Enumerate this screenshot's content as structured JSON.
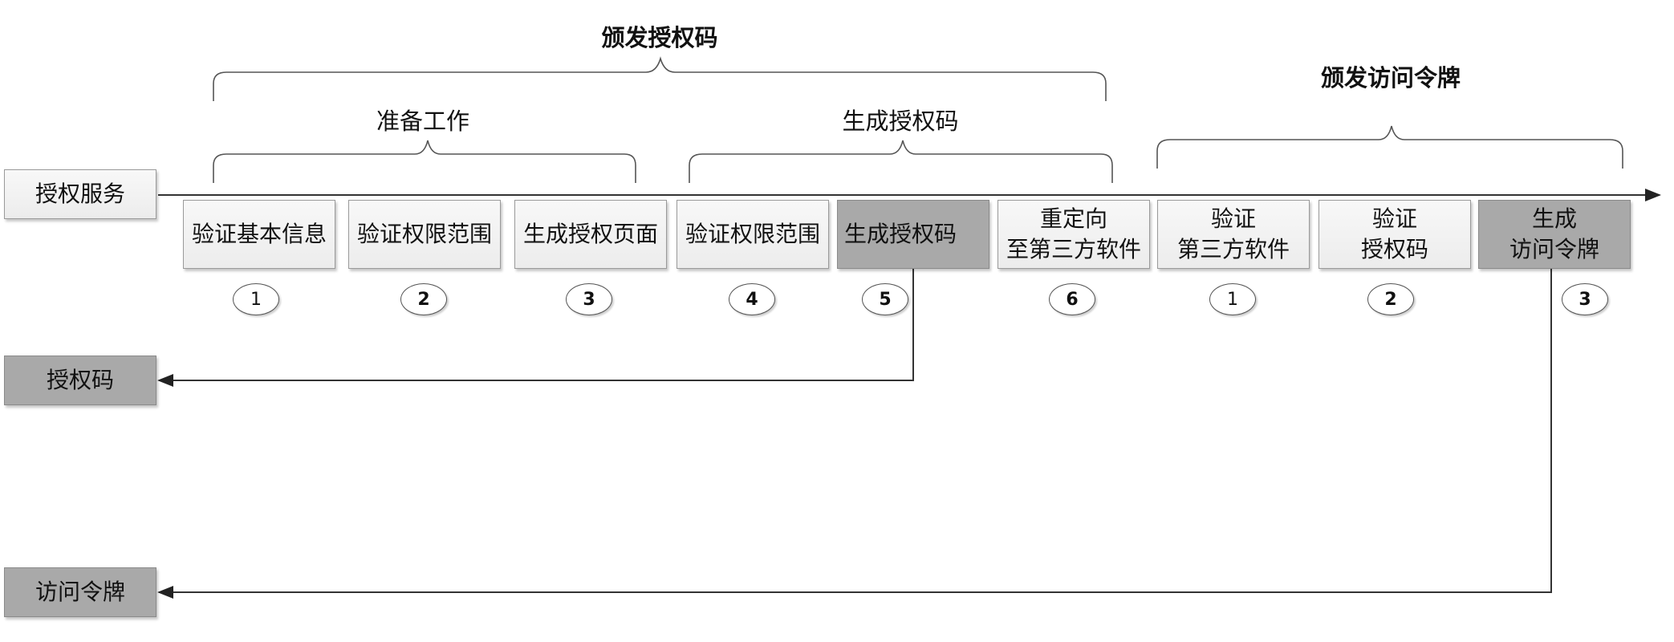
{
  "group_labels": {
    "issue_code": "颁发授权码",
    "prep_work": "准备工作",
    "generate_code": "生成授权码",
    "issue_token": "颁发访问令牌"
  },
  "lanes": {
    "auth_service": "授权服务",
    "auth_code": "授权码",
    "access_token": "访问令牌"
  },
  "steps": [
    {
      "label": "验证基本信息",
      "num": "1"
    },
    {
      "label": "验证权限范围",
      "num": "2"
    },
    {
      "label": "生成授权页面",
      "num": "3"
    },
    {
      "label": "验证权限范围",
      "num": "4"
    },
    {
      "label": "生成授权码",
      "num": "5"
    },
    {
      "label": "重定向\n至第三方软件",
      "num": "6"
    },
    {
      "label": "验证\n第三方软件",
      "num": "1"
    },
    {
      "label": "验证\n授权码",
      "num": "2"
    },
    {
      "label": "生成\n访问令牌",
      "num": "3"
    }
  ],
  "colors": {
    "box_fill": "#f2f2f2",
    "highlight_fill": "#a9a9a9",
    "line": "#333333"
  }
}
